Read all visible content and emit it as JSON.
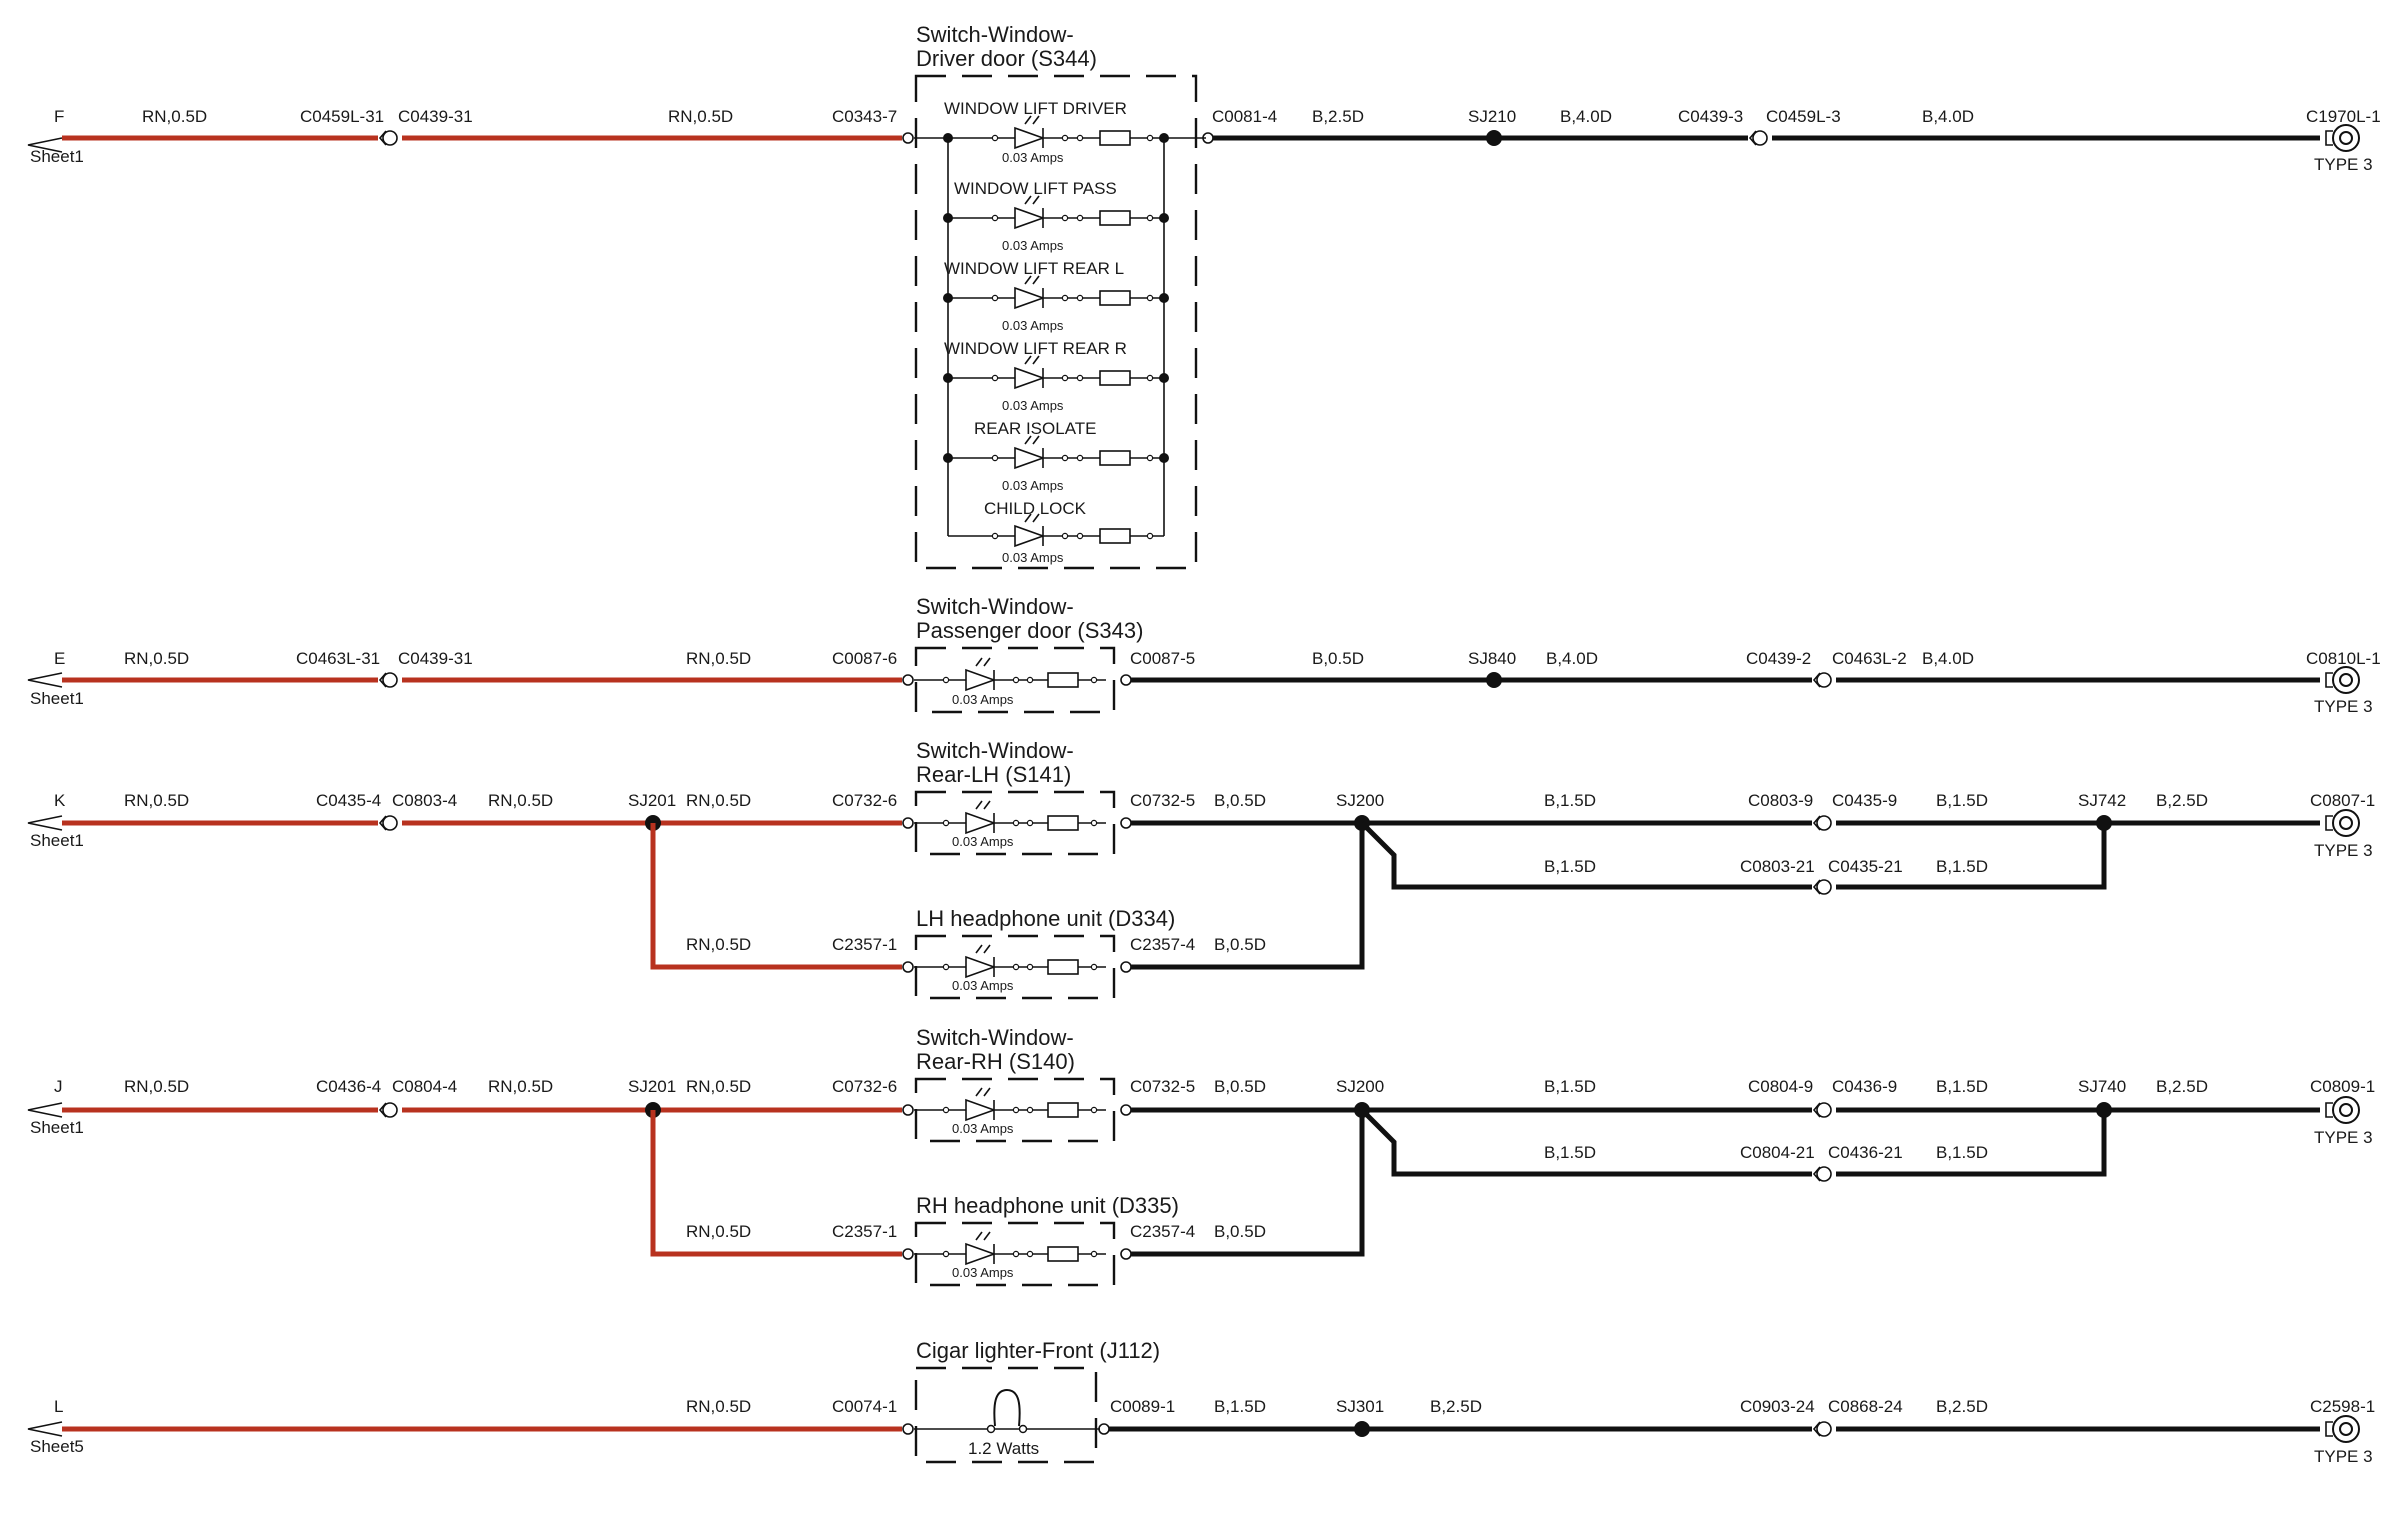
{
  "colors": {
    "positive_wire": "#b8321f",
    "ground_wire": "#111111"
  },
  "rows": [
    {
      "key": "driver",
      "left": {
        "letter": "F",
        "sheet": "Sheet1"
      },
      "wire1": "RN,0.5D",
      "conn_a": "C0459L-31",
      "conn_b": "C0439-31",
      "wire2": "RN,0.5D",
      "comp_in": "C0343-7",
      "component": {
        "line1": "Switch-Window-",
        "line2": "Driver door (S344)"
      },
      "switches": [
        {
          "name": "WINDOW LIFT DRIVER",
          "amps": "0.03 Amps"
        },
        {
          "name": "WINDOW LIFT PASS",
          "amps": "0.03 Amps"
        },
        {
          "name": "WINDOW LIFT REAR L",
          "amps": "0.03 Amps"
        },
        {
          "name": "WINDOW LIFT REAR R",
          "amps": "0.03 Amps"
        },
        {
          "name": "REAR ISOLATE",
          "amps": "0.03 Amps"
        },
        {
          "name": "CHILD LOCK",
          "amps": "0.03 Amps"
        }
      ],
      "comp_out": "C0081-4",
      "wire3": "B,2.5D",
      "splice": "SJ210",
      "wire4": "B,4.0D",
      "conn_c": "C0439-3",
      "conn_d": "C0459L-3",
      "wire5": "B,4.0D",
      "ground": "C1970L-1",
      "ground_type": "TYPE 3"
    },
    {
      "key": "passenger",
      "left": {
        "letter": "E",
        "sheet": "Sheet1"
      },
      "wire1": "RN,0.5D",
      "conn_a": "C0463L-31",
      "conn_b": "C0439-31",
      "wire2": "RN,0.5D",
      "comp_in": "C0087-6",
      "component": {
        "line1": "Switch-Window-",
        "line2": "Passenger door (S343)"
      },
      "amps": "0.03 Amps",
      "comp_out": "C0087-5",
      "wire3": "B,0.5D",
      "splice": "SJ840",
      "wire4": "B,4.0D",
      "conn_c": "C0439-2",
      "conn_d": "C0463L-2",
      "wire5": "B,4.0D",
      "ground": "C0810L-1",
      "ground_type": "TYPE 3"
    },
    {
      "key": "rear_lh",
      "left": {
        "letter": "K",
        "sheet": "Sheet1"
      },
      "wire1": "RN,0.5D",
      "conn_a": "C0435-4",
      "conn_b": "C0803-4",
      "wire2": "RN,0.5D",
      "splice_in": "SJ201",
      "wire2b": "RN,0.5D",
      "comp_in": "C0732-6",
      "component": {
        "line1": "Switch-Window-",
        "line2": "Rear-LH (S141)"
      },
      "amps": "0.03 Amps",
      "comp_out": "C0732-5",
      "wire3": "B,0.5D",
      "splice": "SJ200",
      "wire4": "B,1.5D",
      "conn_c": "C0803-9",
      "conn_d": "C0435-9",
      "wire5": "B,1.5D",
      "splice2": "SJ742",
      "wire6": "B,2.5D",
      "ground": "C0807-1",
      "ground_type": "TYPE 3",
      "loop": {
        "wire_a": "B,1.5D",
        "conn_c": "C0803-21",
        "conn_d": "C0435-21",
        "wire_b": "B,1.5D"
      },
      "sub": {
        "wire": "RN,0.5D",
        "comp_in": "C2357-1",
        "title": "LH headphone unit (D334)",
        "amps": "0.03 Amps",
        "comp_out": "C2357-4",
        "wire_out": "B,0.5D"
      }
    },
    {
      "key": "rear_rh",
      "left": {
        "letter": "J",
        "sheet": "Sheet1"
      },
      "wire1": "RN,0.5D",
      "conn_a": "C0436-4",
      "conn_b": "C0804-4",
      "wire2": "RN,0.5D",
      "splice_in": "SJ201",
      "wire2b": "RN,0.5D",
      "comp_in": "C0732-6",
      "component": {
        "line1": "Switch-Window-",
        "line2": "Rear-RH (S140)"
      },
      "amps": "0.03 Amps",
      "comp_out": "C0732-5",
      "wire3": "B,0.5D",
      "splice": "SJ200",
      "wire4": "B,1.5D",
      "conn_c": "C0804-9",
      "conn_d": "C0436-9",
      "wire5": "B,1.5D",
      "splice2": "SJ740",
      "wire6": "B,2.5D",
      "ground": "C0809-1",
      "ground_type": "TYPE 3",
      "loop": {
        "wire_a": "B,1.5D",
        "conn_c": "C0804-21",
        "conn_d": "C0436-21",
        "wire_b": "B,1.5D"
      },
      "sub": {
        "wire": "RN,0.5D",
        "comp_in": "C2357-1",
        "title": "RH headphone unit (D335)",
        "amps": "0.03 Amps",
        "comp_out": "C2357-4",
        "wire_out": "B,0.5D"
      }
    },
    {
      "key": "cigar",
      "left": {
        "letter": "L",
        "sheet": "Sheet5"
      },
      "wire2": "RN,0.5D",
      "comp_in": "C0074-1",
      "component": {
        "line1": "Cigar lighter-Front (J112)"
      },
      "watts": "1.2 Watts",
      "comp_out": "C0089-1",
      "wire3": "B,1.5D",
      "splice": "SJ301",
      "wire4": "B,2.5D",
      "conn_c": "C0903-24",
      "conn_d": "C0868-24",
      "wire5": "B,2.5D",
      "ground": "C2598-1",
      "ground_type": "TYPE 3"
    }
  ]
}
